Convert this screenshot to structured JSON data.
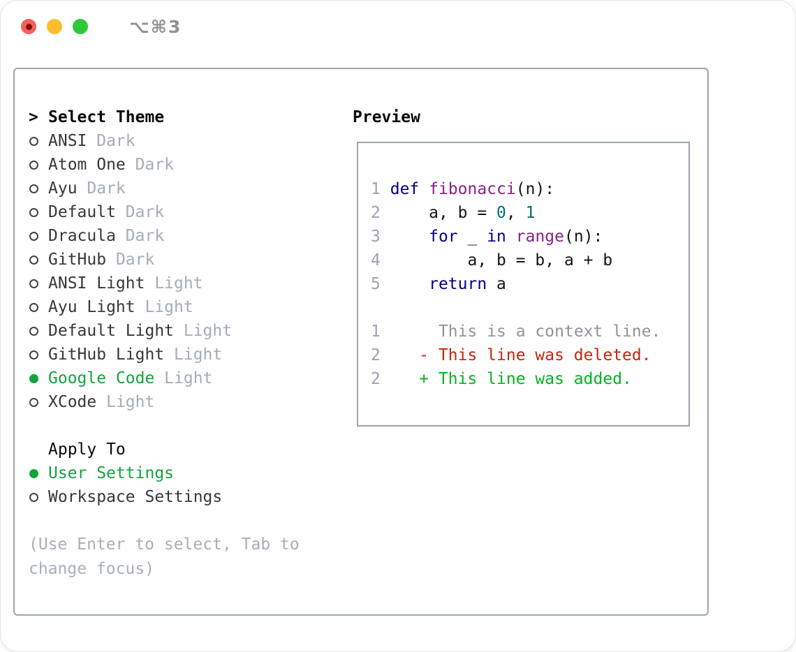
{
  "window": {
    "title": "⌥⌘3",
    "traffic_lights": [
      "close",
      "minimize",
      "zoom"
    ]
  },
  "theme_selector": {
    "header_marker": ">",
    "header": "Select Theme",
    "items": [
      {
        "name": "ANSI",
        "variant": "Dark",
        "selected": false
      },
      {
        "name": "Atom One",
        "variant": "Dark",
        "selected": false
      },
      {
        "name": "Ayu",
        "variant": "Dark",
        "selected": false
      },
      {
        "name": "Default",
        "variant": "Dark",
        "selected": false
      },
      {
        "name": "Dracula",
        "variant": "Dark",
        "selected": false
      },
      {
        "name": "GitHub",
        "variant": "Dark",
        "selected": false
      },
      {
        "name": "ANSI Light",
        "variant": "Light",
        "selected": false
      },
      {
        "name": "Ayu Light",
        "variant": "Light",
        "selected": false
      },
      {
        "name": "Default Light",
        "variant": "Light",
        "selected": false
      },
      {
        "name": "GitHub Light",
        "variant": "Light",
        "selected": false
      },
      {
        "name": "Google Code",
        "variant": "Light",
        "selected": true
      },
      {
        "name": "XCode",
        "variant": "Light",
        "selected": false
      }
    ],
    "apply_to": {
      "header": "Apply To",
      "options": [
        {
          "label": "User Settings",
          "selected": true
        },
        {
          "label": "Workspace Settings",
          "selected": false
        }
      ]
    },
    "hint_lines": [
      "(Use Enter to select, Tab to",
      "change focus)"
    ]
  },
  "preview": {
    "title": "Preview",
    "code_lines": [
      {
        "num": "1",
        "segments": [
          {
            "text": "def",
            "type": "keyword"
          },
          {
            "text": " ",
            "type": "plain"
          },
          {
            "text": "fibonacci",
            "type": "function"
          },
          {
            "text": "(n):",
            "type": "plain"
          }
        ]
      },
      {
        "num": "2",
        "segments": [
          {
            "text": "    a, b = ",
            "type": "plain"
          },
          {
            "text": "0",
            "type": "number"
          },
          {
            "text": ", ",
            "type": "plain"
          },
          {
            "text": "1",
            "type": "number"
          }
        ]
      },
      {
        "num": "3",
        "segments": [
          {
            "text": "    ",
            "type": "plain"
          },
          {
            "text": "for",
            "type": "keyword"
          },
          {
            "text": " _ ",
            "type": "plain"
          },
          {
            "text": "in",
            "type": "keyword"
          },
          {
            "text": " ",
            "type": "plain"
          },
          {
            "text": "range",
            "type": "function"
          },
          {
            "text": "(n):",
            "type": "plain"
          }
        ]
      },
      {
        "num": "4",
        "segments": [
          {
            "text": "        a, b = b, a + b",
            "type": "plain"
          }
        ]
      },
      {
        "num": "5",
        "segments": [
          {
            "text": "    ",
            "type": "plain"
          },
          {
            "text": "return",
            "type": "keyword"
          },
          {
            "text": " a",
            "type": "plain"
          }
        ]
      }
    ],
    "diff_lines": [
      {
        "num": "1",
        "prefix": "",
        "text": "This is a context line.",
        "type": "context"
      },
      {
        "num": "2",
        "prefix": "-",
        "text": "This line was deleted.",
        "type": "deleted"
      },
      {
        "num": "2",
        "prefix": "+",
        "text": "This line was added.",
        "type": "added"
      }
    ]
  },
  "colors": {
    "keyword": "#000088",
    "function": "#882288",
    "number": "#006e6e",
    "plain": "#141414",
    "line_number": "#9aa3b4",
    "context": "#8f949c",
    "deleted": "#c5260e",
    "added": "#00b41e",
    "selected_green": "#12a43c",
    "item_dark": "#33383d",
    "variant_gray": "#a3adb9",
    "hint_gray": "#a8afbb",
    "border_gray": "#9ba3af",
    "title_gray": "#909095",
    "tl_red": "#f4615a",
    "tl_red_inner": "#7f0f08",
    "tl_yellow": "#fcbd2f",
    "tl_green": "#30c83a"
  }
}
